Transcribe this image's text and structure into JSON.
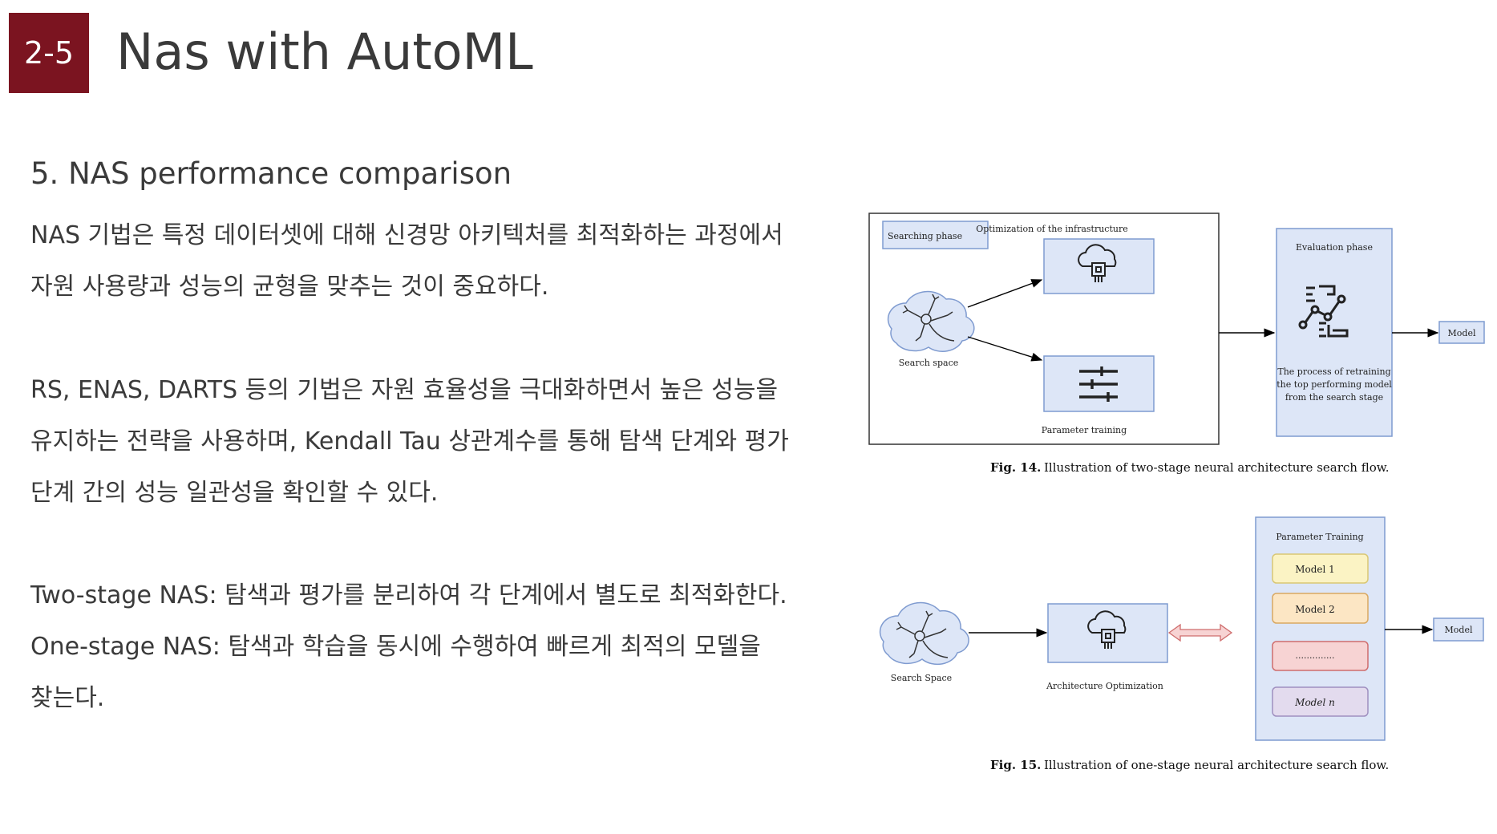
{
  "header": {
    "badge": "2-5",
    "title": "Nas with AutoML"
  },
  "section_title": "5. NAS performance comparison",
  "paragraphs": [
    [
      "NAS 기법은 특정 데이터셋에 대해 신경망 아키텍처를 최적화하는 과정에서",
      "자원 사용량과 성능의 균형을 맞추는 것이 중요하다."
    ],
    [
      "RS, ENAS, DARTS 등의 기법은 자원 효율성을 극대화하면서 높은 성능을",
      "유지하는 전략을 사용하며, Kendall Tau 상관계수를 통해 탐색 단계와 평가",
      "단계 간의 성능 일관성을 확인할 수 있다."
    ],
    [
      "Two-stage NAS: 탐색과 평가를 분리하여 각 단계에서 별도로 최적화한다.",
      "One-stage NAS: 탐색과 학습을 동시에 수행하여 빠르게 최적의 모델을",
      "찾는다."
    ]
  ],
  "fig14": {
    "searching_phase": "Searching phase",
    "optimization_label": "Optimization of the infrastructure",
    "search_space": "Search space",
    "parameter_training": "Parameter training",
    "evaluation_phase": "Evaluation phase",
    "evaluation_desc": [
      "The process of retraining",
      "the top performing model",
      "from the search stage"
    ],
    "model": "Model",
    "caption_label": "Fig. 14.",
    "caption_text": "Illustration of two-stage neural architecture search flow."
  },
  "fig15": {
    "search_space": "Search Space",
    "architecture_optimization": "Architecture  Optimization",
    "parameter_training": "Parameter Training",
    "models": [
      "Model 1",
      "Model 2",
      "..............",
      "Model n"
    ],
    "model_colors": [
      "#fbf3c4",
      "#fce6c4",
      "#f7d3d3",
      "#e3dbee"
    ],
    "model_borders": [
      "#d9c775",
      "#d9a862",
      "#cf6d6d",
      "#9f8fbf"
    ],
    "model": "Model",
    "caption_label": "Fig. 15.",
    "caption_text": "Illustration of one-stage neural architecture search flow."
  },
  "colors": {
    "badge": "#7b1420",
    "box_fill": "#dde6f7",
    "box_stroke": "#7f9bd0"
  }
}
